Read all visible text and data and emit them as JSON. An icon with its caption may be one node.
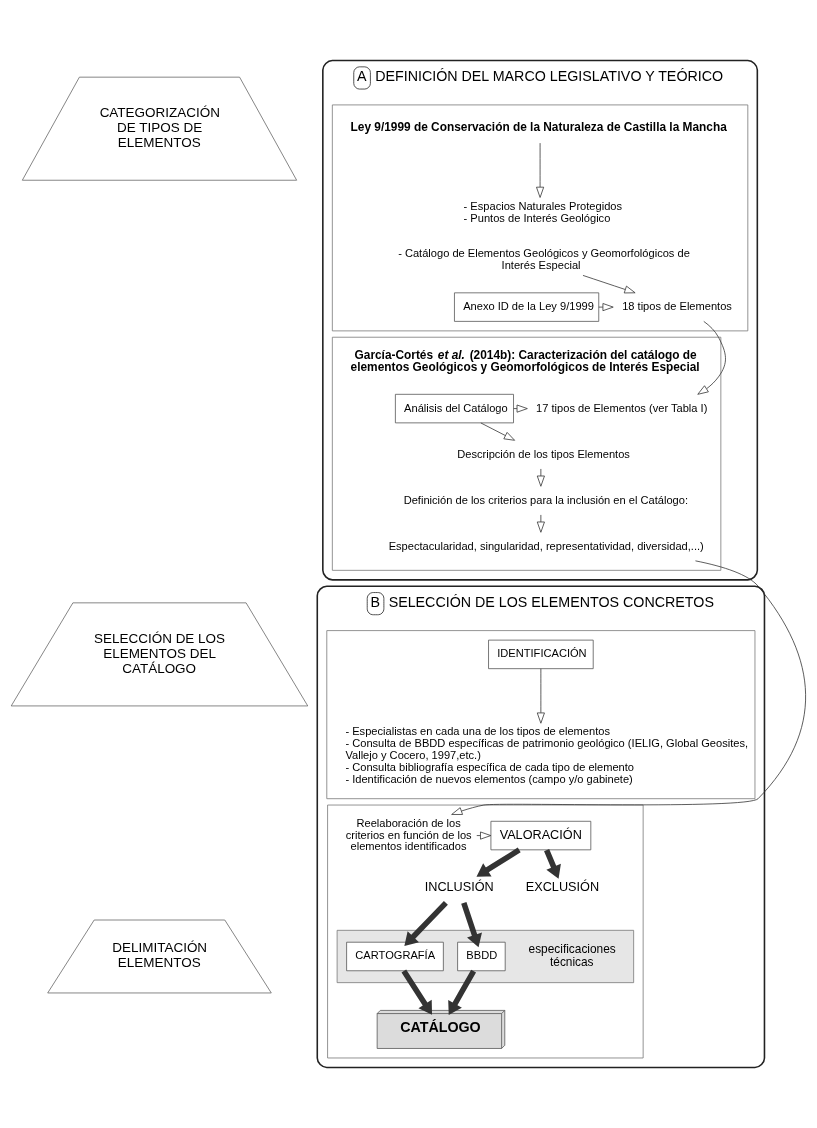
{
  "diagram": {
    "nodes": [
      {
        "text": [
          "A",
          "DEFINICIÓN DEL MARCO LEGISLATIVO Y TEÓRICO"
        ]
      },
      {
        "text": [
          "Ley 9/1999 de Conservación de la Naturaleza de Castilla la Mancha"
        ],
        "in": 0
      },
      {
        "text": [
          "- Espacios Naturales Protegidos",
          "- Puntos de Interés Geológico"
        ],
        "in": 1
      },
      {
        "text": [
          "- Catálogo de Elementos Geológicos y Geomorfológicos de Interés Especial"
        ],
        "in": 1
      },
      {
        "text": [
          "Anexo ID de la Ley 9/1999"
        ],
        "in": 1
      },
      {
        "text": [
          "18 tipos de Elementos"
        ],
        "in": 1
      },
      {
        "text": [
          "García-Cortés *et al.* (2014b): Caracterización del catálogo de elementos Geológicos y Geomorfológicos de Interés Especial"
        ],
        "in": 0
      },
      {
        "text": [
          "Análisis del Catálogo"
        ],
        "in": 6
      },
      {
        "text": [
          "17 tipos de Elementos (ver Tabla I)"
        ],
        "in": 6
      },
      {
        "text": [
          "Descripción de los tipos Elementos"
        ],
        "in": 6
      },
      {
        "text": [
          "Definición de los criterios para la inclusión en el Catálogo:"
        ],
        "in": 6
      },
      {
        "text": [
          "Espectacularidad, singularidad, representatividad, diversidad,...)"
        ],
        "in": 6
      },
      {
        "text": [
          "B",
          "SELECCIÓN DE LOS ELEMENTOS CONCRETOS"
        ]
      },
      {
        "text": [],
        "shape": "box",
        "in": 12
      },
      {
        "text": [
          "IDENTIFICACIÓN"
        ],
        "in": 13
      },
      {
        "text": [
          "- Especialistas en cada una de los tipos de elementos",
          "- Consulta de BBDD específicas de patrimonio geológico (IELIG, Global Geosites, Vallejo y Cocero, 1997,etc.)",
          "- Consulta bibliografía específica de cada tipo de elemento",
          "- Identificación de nuevos elementos (campo y/o gabinete)"
        ],
        "in": 13
      },
      {
        "text": [],
        "shape": "box",
        "in": 12
      },
      {
        "text": [
          "VALORACIÓN"
        ],
        "in": 16
      },
      {
        "text": [
          "Reelaboración de los criterios en función de los elementos identificados"
        ],
        "in": 16
      },
      {
        "text": [
          "INCLUSIÓN"
        ],
        "in": 16
      },
      {
        "text": [
          "EXCLUSIÓN"
        ],
        "in": 16
      },
      {
        "text": [
          "especificaciones técnicas"
        ],
        "in": 16
      },
      {
        "text": [
          "CARTOGRAFÍA"
        ],
        "in": 21
      },
      {
        "text": [
          "BBDD"
        ],
        "in": 21
      },
      {
        "text": [
          "CATÁLOGO"
        ],
        "in": 16
      },
      {
        "text": [
          "CATEGORIZACIÓN DE TIPOS DE ELEMENTOS"
        ]
      },
      {
        "text": [
          "SELECCIÓN DE LOS ELEMENTOS DEL CATÁLOGO"
        ]
      },
      {
        "text": [
          "DELIMITACIÓN ELEMENTOS"
        ]
      }
    ],
    "edges": [
      {
        "from": 1,
        "to": 2,
        "arrow": "to"
      },
      {
        "from": 3,
        "to": 5,
        "arrow": "to"
      },
      {
        "from": 4,
        "to": 5,
        "arrow": "to"
      },
      {
        "from": 5,
        "to": 8,
        "arrow": "to"
      },
      {
        "from": 7,
        "to": 8,
        "arrow": "to"
      },
      {
        "from": 7,
        "to": 9,
        "arrow": "to"
      },
      {
        "from": 9,
        "to": 10,
        "arrow": "to"
      },
      {
        "from": 10,
        "to": 11,
        "arrow": "to"
      },
      {
        "from": 11,
        "to": 18,
        "arrow": "to"
      },
      {
        "from": 14,
        "to": 15,
        "arrow": "to"
      },
      {
        "from": 18,
        "to": 17,
        "arrow": "to"
      },
      {
        "from": 17,
        "to": 19,
        "arrow": "to",
        "style": "thick"
      },
      {
        "from": 17,
        "to": 20,
        "arrow": "to",
        "style": "thick"
      },
      {
        "from": 19,
        "to": 22,
        "arrow": "to",
        "style": "thick"
      },
      {
        "from": 19,
        "to": 23,
        "arrow": "to",
        "style": "thick"
      },
      {
        "from": 22,
        "to": 24,
        "arrow": "to",
        "style": "thick"
      },
      {
        "from": 23,
        "to": 24,
        "arrow": "to",
        "style": "thick"
      }
    ]
  }
}
